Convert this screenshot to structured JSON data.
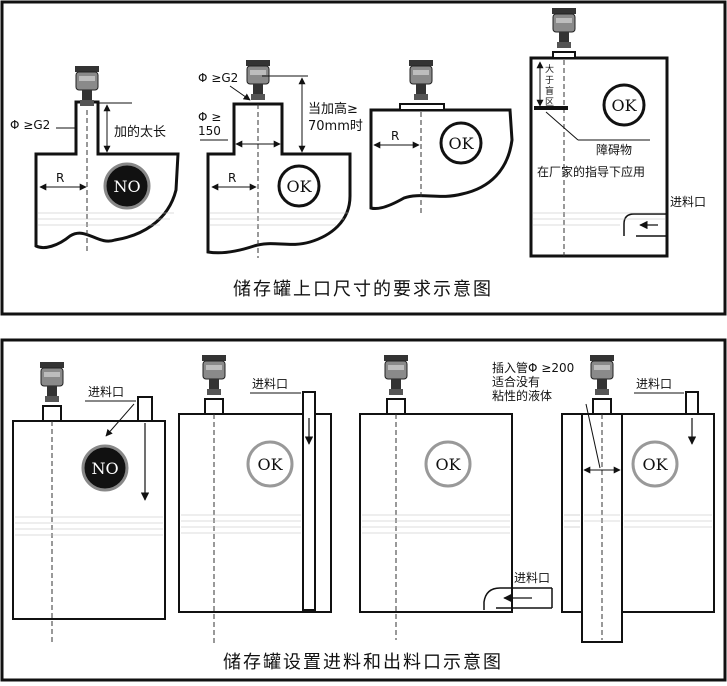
{
  "top": {
    "caption": "储存罐上口尺寸的要求示意图",
    "labels": {
      "phi_g2": "Φ ≥G2",
      "too_long": "加的太长",
      "r": "R",
      "no": "NO",
      "phi_g2_2": "Φ ≥G2",
      "phi_150a": "Φ ≥",
      "phi_150b": "150",
      "height_a": "当加高≥",
      "height_b": "70mm时",
      "ok": "OK",
      "blind": [
        "大",
        "于",
        "盲",
        "区"
      ],
      "obstacle": "障碍物",
      "factory": "在厂家的指导下应用",
      "inlet": "进料口"
    }
  },
  "bottom": {
    "caption": "储存罐设置进料和出料口示意图",
    "labels": {
      "inlet": "进料口",
      "no": "NO",
      "ok": "OK",
      "pipe_a": "插入管Φ ≥200",
      "pipe_b": "适合没有",
      "pipe_c": "粘性的液体"
    }
  }
}
